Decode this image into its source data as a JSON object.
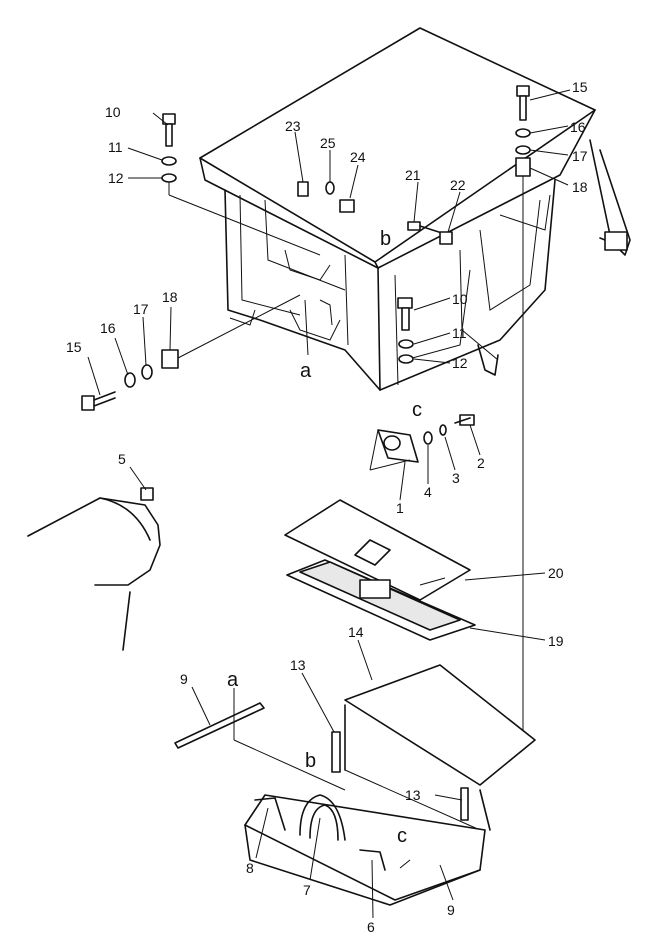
{
  "callouts": [
    {
      "id": "c10a",
      "text": "10"
    },
    {
      "id": "c11a",
      "text": "11"
    },
    {
      "id": "c12a",
      "text": "12"
    },
    {
      "id": "c23",
      "text": "23"
    },
    {
      "id": "c25",
      "text": "25"
    },
    {
      "id": "c24",
      "text": "24"
    },
    {
      "id": "c21",
      "text": "21"
    },
    {
      "id": "c22",
      "text": "22"
    },
    {
      "id": "c15a",
      "text": "15"
    },
    {
      "id": "c16a",
      "text": "16"
    },
    {
      "id": "c17a",
      "text": "17"
    },
    {
      "id": "c18a",
      "text": "18"
    },
    {
      "id": "cb1",
      "text": "b"
    },
    {
      "id": "c10b",
      "text": "10"
    },
    {
      "id": "c11b",
      "text": "11"
    },
    {
      "id": "c12b",
      "text": "12"
    },
    {
      "id": "ca1",
      "text": "a"
    },
    {
      "id": "cc1",
      "text": "c"
    },
    {
      "id": "c15b",
      "text": "15"
    },
    {
      "id": "c16b",
      "text": "16"
    },
    {
      "id": "c17b",
      "text": "17"
    },
    {
      "id": "c18b",
      "text": "18"
    },
    {
      "id": "c2",
      "text": "2"
    },
    {
      "id": "c3",
      "text": "3"
    },
    {
      "id": "c4",
      "text": "4"
    },
    {
      "id": "c1",
      "text": "1"
    },
    {
      "id": "c5",
      "text": "5"
    },
    {
      "id": "c20",
      "text": "20"
    },
    {
      "id": "c19",
      "text": "19"
    },
    {
      "id": "c14",
      "text": "14"
    },
    {
      "id": "c13a",
      "text": "13"
    },
    {
      "id": "c9a",
      "text": "9"
    },
    {
      "id": "ca2",
      "text": "a"
    },
    {
      "id": "cb2",
      "text": "b"
    },
    {
      "id": "c13b",
      "text": "13"
    },
    {
      "id": "cc2",
      "text": "c"
    },
    {
      "id": "c8",
      "text": "8"
    },
    {
      "id": "c7",
      "text": "7"
    },
    {
      "id": "c6",
      "text": "6"
    },
    {
      "id": "c9b",
      "text": "9"
    }
  ]
}
